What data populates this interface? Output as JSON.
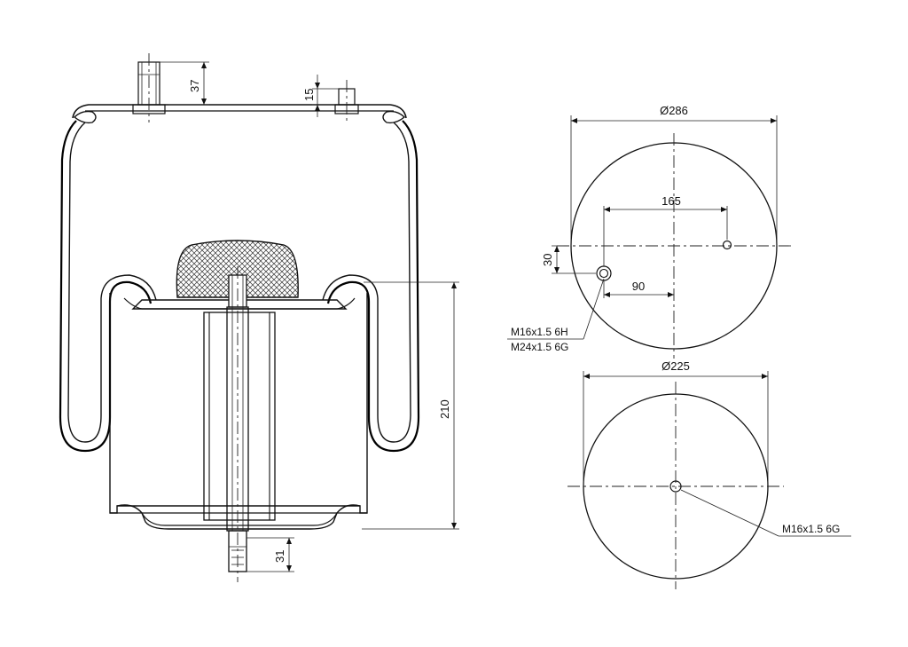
{
  "dimensions": {
    "stud_height": "37",
    "pin_height": "15",
    "overall_height": "210",
    "bottom_stud": "31",
    "top_plate_diameter": "Ø286",
    "bolt_spacing": "165",
    "bolt_offset_y": "30",
    "bolt_offset_x": "90",
    "bottom_plate_diameter": "Ø225"
  },
  "threads": {
    "top_thread_1": "M16x1.5 6H",
    "top_thread_2": "M24x1.5 6G",
    "bottom_thread": "M16x1.5 6G"
  },
  "colors": {
    "line": "#111111",
    "background": "#ffffff"
  }
}
